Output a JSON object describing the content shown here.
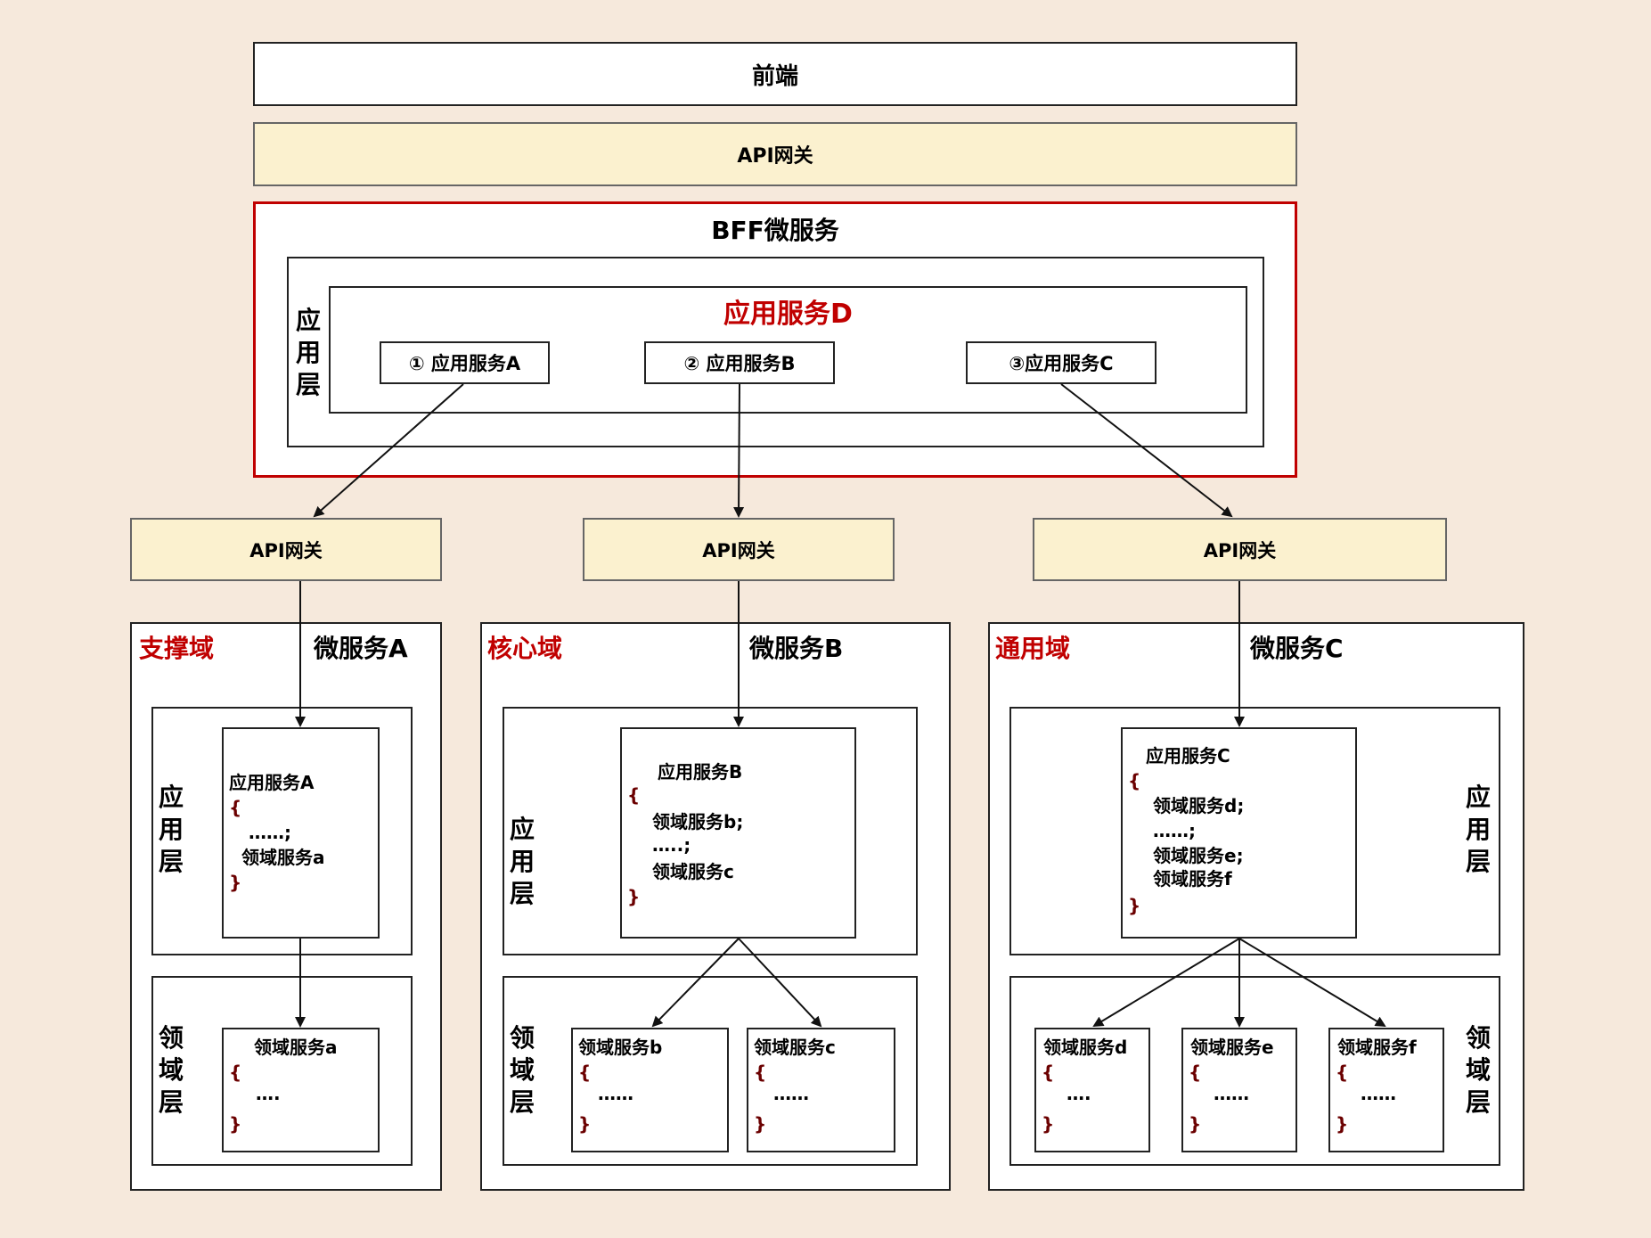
{
  "top": {
    "frontend": "前端",
    "gateway": "API网关",
    "bff": {
      "title": "BFF微服务",
      "layer": "应用层",
      "app_service_d": "应用服务D",
      "services": [
        "① 应用服务A",
        "② 应用服务B",
        "③应用服务C"
      ]
    }
  },
  "gateways": [
    "API网关",
    "API网关",
    "API网关"
  ],
  "microservices": [
    {
      "domain": "支撑域",
      "name": "微服务A",
      "app_layer": "应用层",
      "domain_layer": "领域层",
      "app_code": {
        "title": "应用服务A",
        "open": "{",
        "line1": "……;",
        "line2": "领域服务a",
        "close": "}"
      },
      "domain_services": [
        {
          "title": "领域服务a",
          "open": "{",
          "body": "….",
          "close": "}"
        }
      ]
    },
    {
      "domain": "核心域",
      "name": "微服务B",
      "app_layer": "应用层",
      "domain_layer": "领域层",
      "app_code": {
        "title": "应用服务B",
        "open": "{",
        "line1": "领域服务b;",
        "line2": "…..;",
        "line3": "领域服务c",
        "close": "}"
      },
      "domain_services": [
        {
          "title": "领域服务b",
          "open": "{",
          "body": "……",
          "close": "}"
        },
        {
          "title": "领域服务c",
          "open": "{",
          "body": "……",
          "close": "}"
        }
      ]
    },
    {
      "domain": "通用域",
      "name": "微服务C",
      "app_layer": "应用层",
      "domain_layer": "领域层",
      "app_code": {
        "title": "应用服务C",
        "open": "{",
        "line1": "领域服务d;",
        "line2": "……;",
        "line3": "领域服务e;",
        "line4": "领域服务f",
        "close": "}"
      },
      "domain_services": [
        {
          "title": "领域服务d",
          "open": "{",
          "body": "….",
          "close": "}"
        },
        {
          "title": "领域服务e",
          "open": "{",
          "body": "……",
          "close": "}"
        },
        {
          "title": "领域服务f",
          "open": "{",
          "body": "……",
          "close": "}"
        }
      ]
    }
  ],
  "colors": {
    "domain_label": "#c00000",
    "bff_border": "#c00000",
    "gateway_fill": "#fbf1cf",
    "background": "#f6e9dc"
  }
}
